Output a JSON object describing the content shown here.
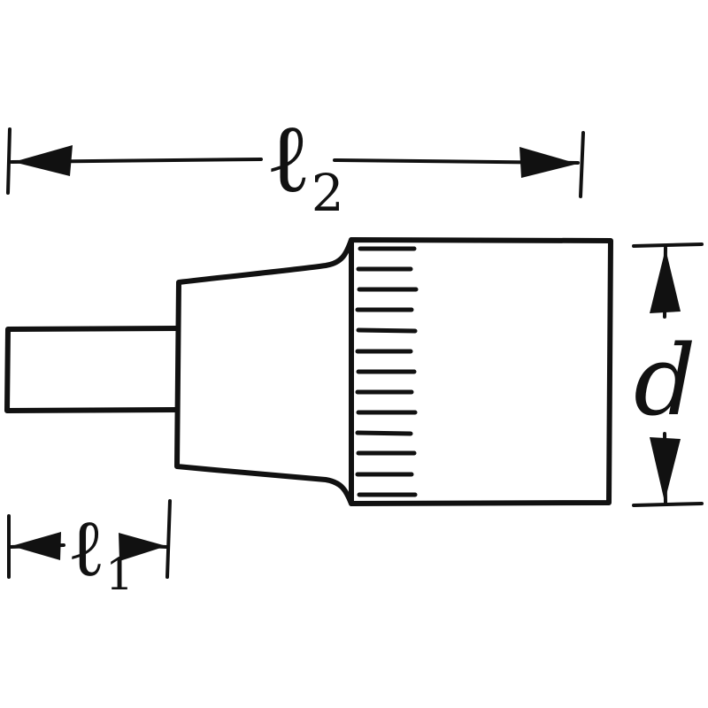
{
  "page": {
    "background": "#ffffff"
  },
  "drawing": {
    "name": "screwdriver-socket-dimension-drawing",
    "colors": {
      "line": "#111111",
      "background": "#ffffff"
    },
    "dimensions": {
      "l2": {
        "symbol": "ℓ",
        "subscript": "2"
      },
      "l1": {
        "symbol": "ℓ",
        "subscript": "1"
      },
      "d": {
        "symbol": "d"
      }
    }
  }
}
